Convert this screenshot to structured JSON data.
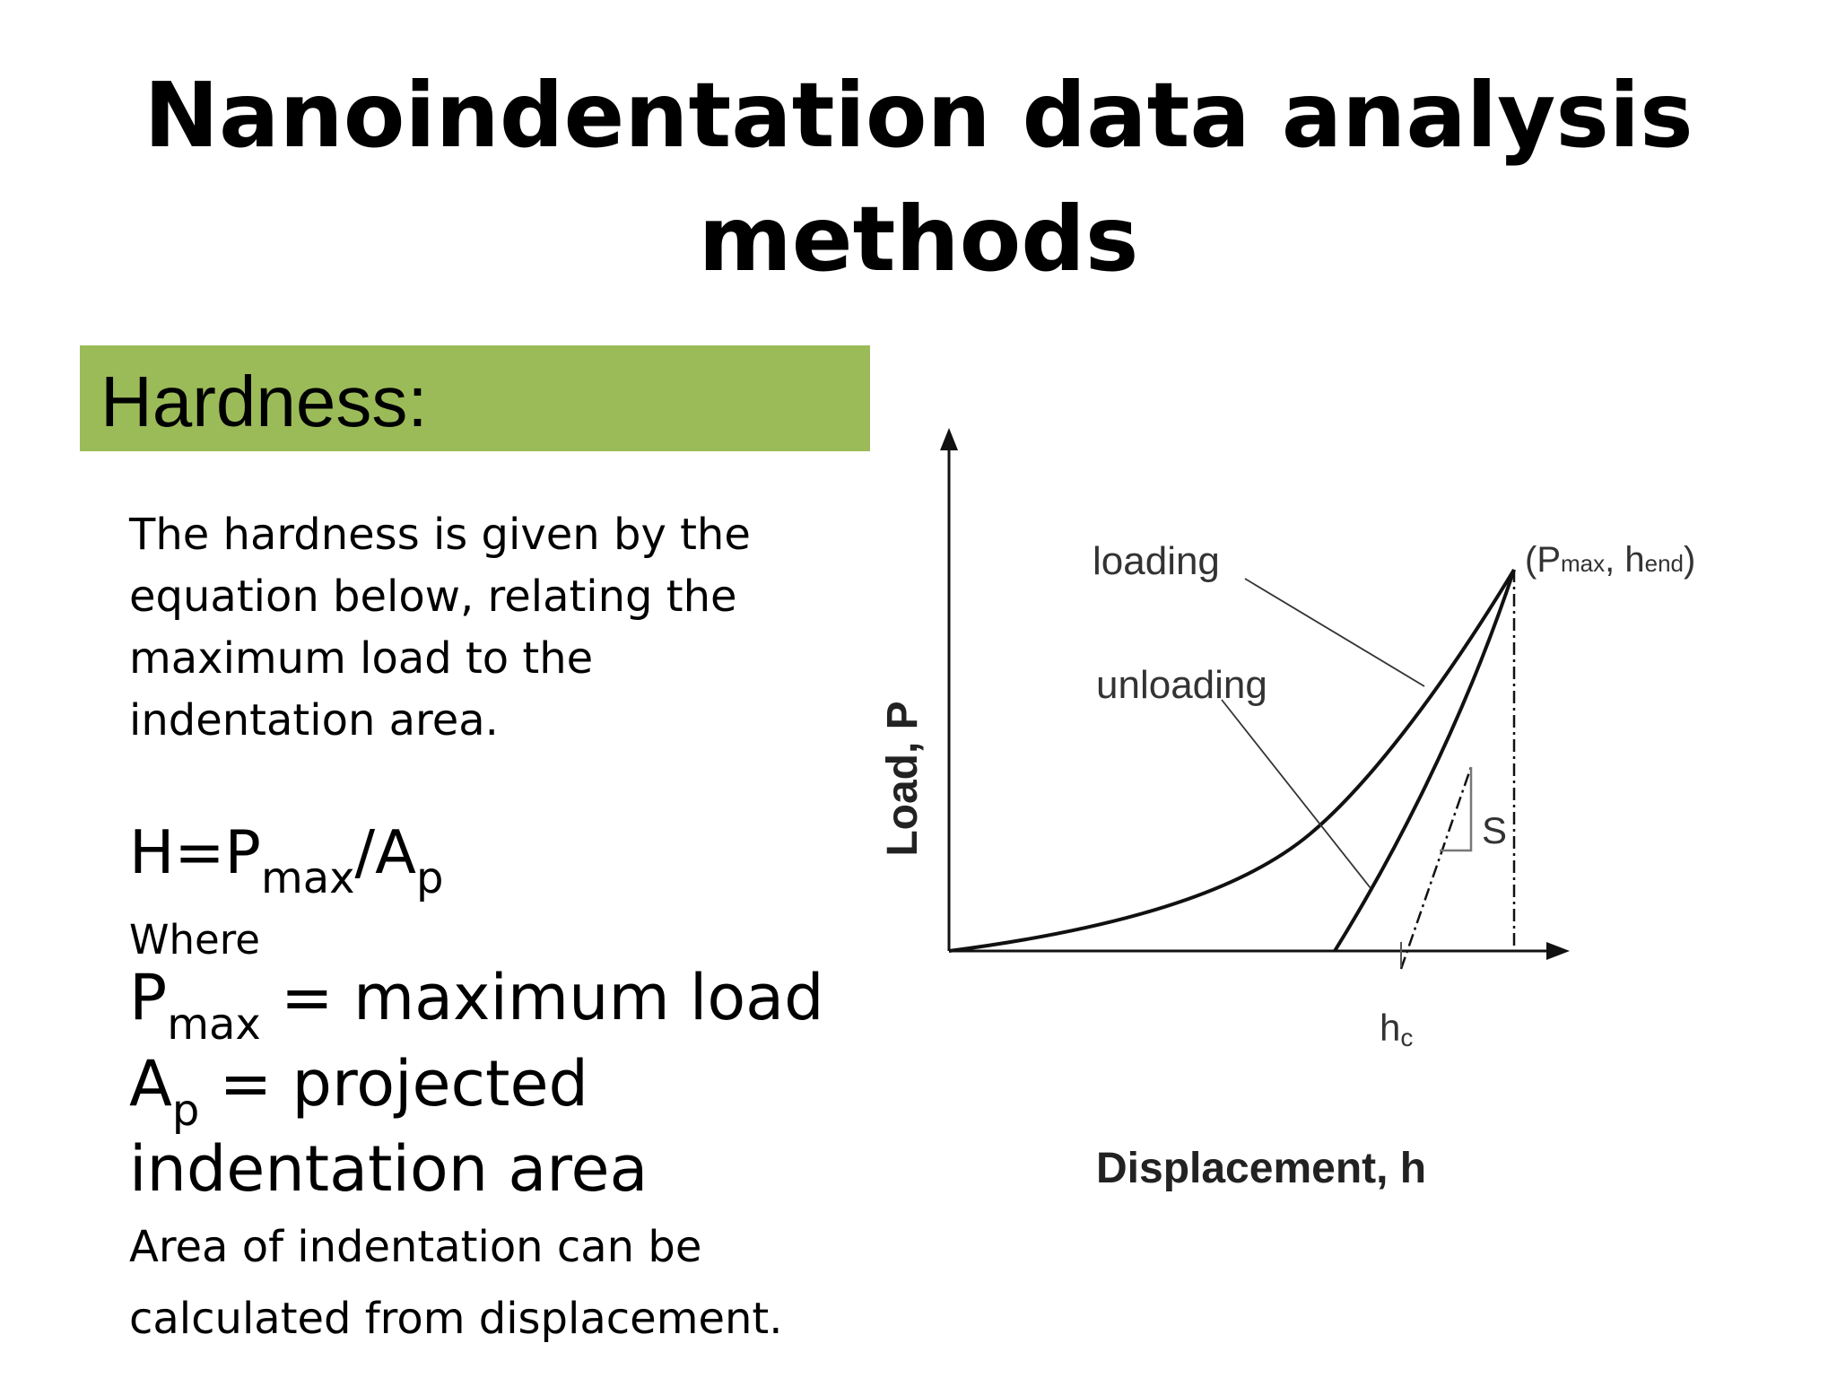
{
  "title_line1": "Nanoindentation data analysis",
  "title_line2": "methods",
  "section": {
    "label": "Hardness:",
    "color": "#9bbb59"
  },
  "intro": "The hardness is given by the equation below, relating the maximum load to the indentation area.",
  "equation": {
    "lhs": "H=P",
    "sub1": "max",
    "mid": "/A",
    "sub2": "p"
  },
  "where_label": "Where",
  "definitions": {
    "pmax": {
      "symbol": "P",
      "sub": "max",
      "text": " = maximum load"
    },
    "ap": {
      "symbol": "A",
      "sub": "p",
      "text": " = projected"
    },
    "ap_cont": "indentation area"
  },
  "note": "Area of indentation can be calculated from displacement.",
  "diagram": {
    "y_axis_label": "Load, P",
    "x_axis_label": "Displacement, h",
    "loading_label": "loading",
    "unloading_label": "unloading",
    "peak_label_open": "(P",
    "peak_sub_max": "max",
    "peak_sep": ", h",
    "peak_sub_end": "end",
    "peak_label_close": ")",
    "hc_label": "h",
    "hc_sub": "c",
    "stiffness_label": "S",
    "line_color": "#111111",
    "label_color": "#333333"
  }
}
